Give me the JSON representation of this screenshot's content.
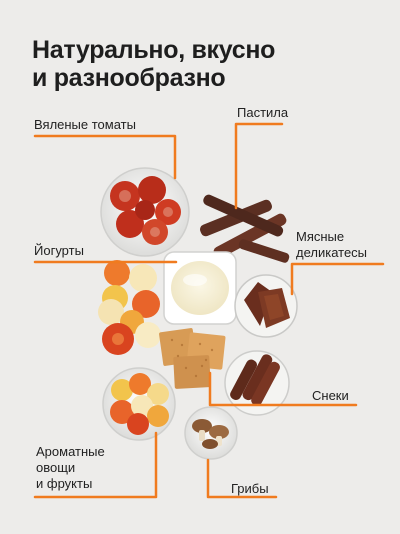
{
  "title": {
    "line1": "Натурально, вкусно",
    "line2": "и разнообразно"
  },
  "labels": {
    "tomatoes": "Вяленые томаты",
    "pastila": "Пастила",
    "yogurts": "Йогурты",
    "meat_line1": "Мясные",
    "meat_line2": "деликатесы",
    "snacks": "Снеки",
    "veg_line1": "Ароматные",
    "veg_line2": "овощи",
    "veg_line3": "и фрукты",
    "mushrooms": "Грибы"
  },
  "colors": {
    "background": "#edecea",
    "accent": "#f07b1f",
    "text": "#1e1e1e"
  }
}
